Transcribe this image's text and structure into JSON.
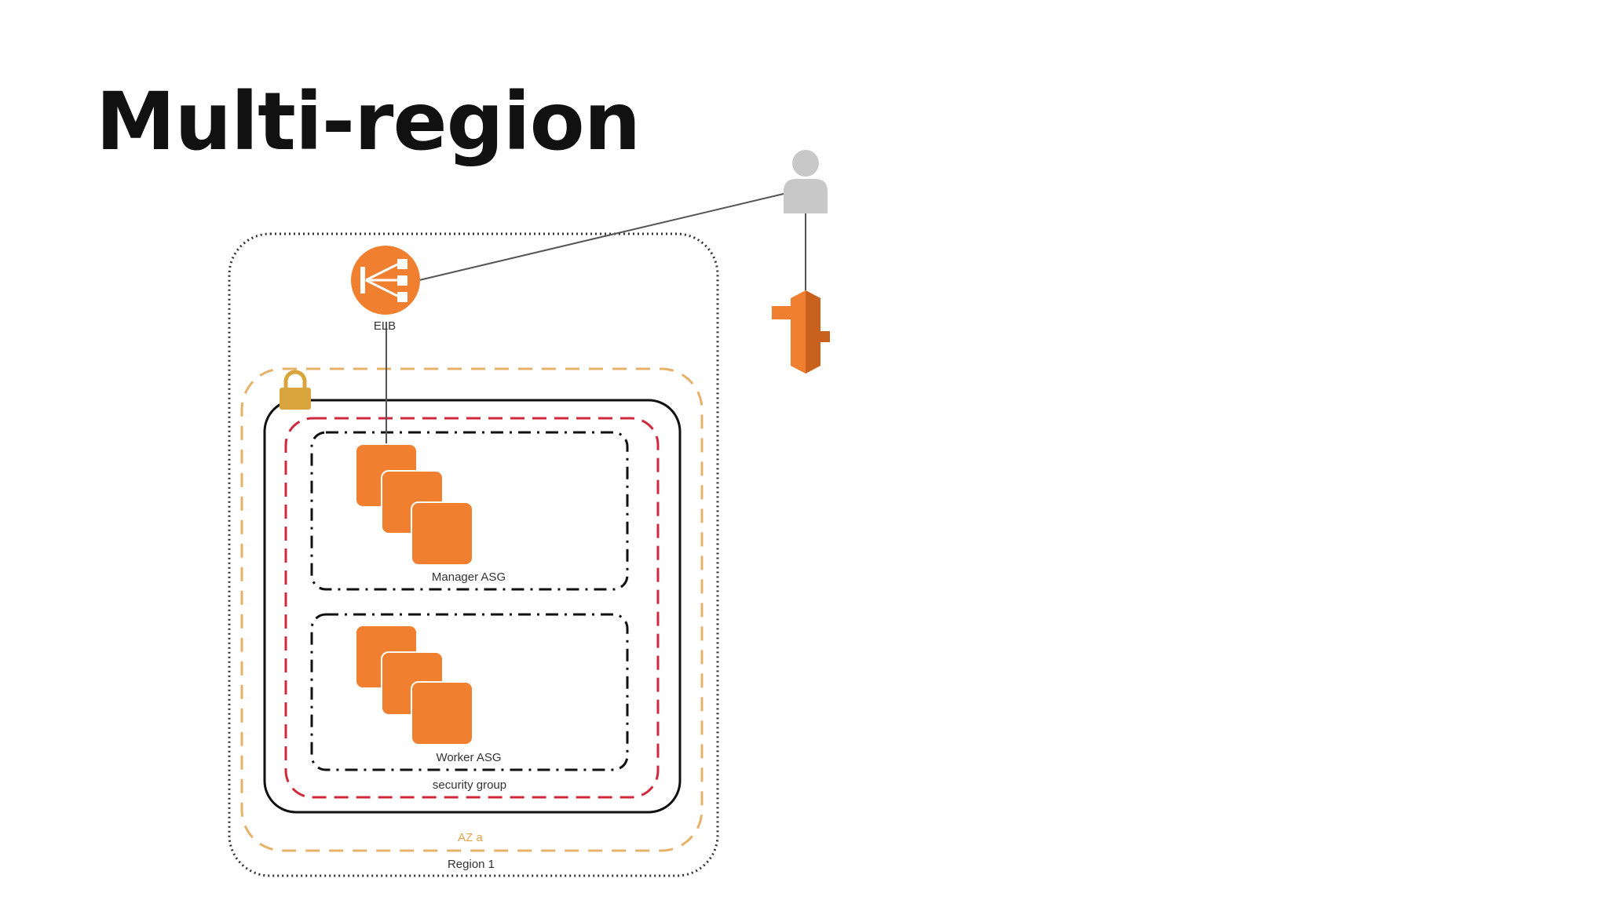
{
  "slide": {
    "title": "Multi-region"
  },
  "diagram": {
    "labels": {
      "elb": "ELB",
      "manager_asg": "Manager ASG",
      "worker_asg": "Worker ASG",
      "security_group": "security group",
      "az": "AZ a",
      "region": "Region 1"
    },
    "icons": [
      "user-icon",
      "elb-icon",
      "lock-icon",
      "ec2-instances-icon",
      "route53-icon"
    ],
    "colors": {
      "aws_orange": "#f0802f",
      "region_border": "#333333",
      "az_border": "#e6b26a",
      "security_group_border": "#d0283c",
      "lock": "#d9a43b",
      "user_gray": "#c8c8c8"
    }
  }
}
